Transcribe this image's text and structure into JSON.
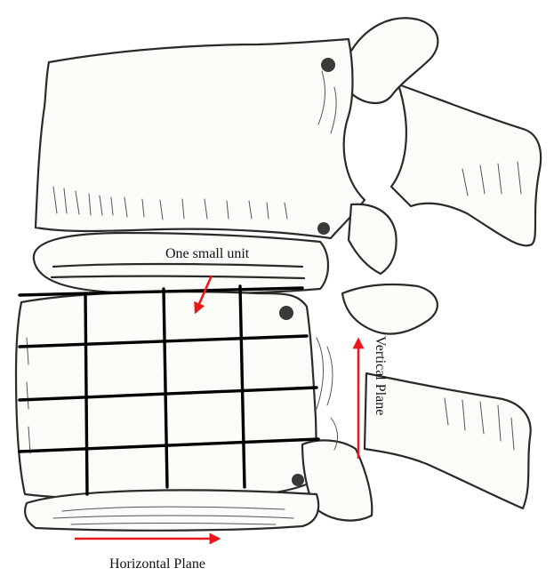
{
  "figure": {
    "labels": {
      "grid_unit": "One small unit",
      "vertical_plane": "Vertical Plane",
      "horizontal_plane": "Horizontal Plane"
    },
    "colors": {
      "annotation_arrow": "#e8181d",
      "grid_lines": "#000000",
      "outline": "#2a2a2a",
      "bone_fill": "#fbfbf8"
    },
    "grid": {
      "horizontal_lines": 4,
      "vertical_lines": 3
    }
  }
}
